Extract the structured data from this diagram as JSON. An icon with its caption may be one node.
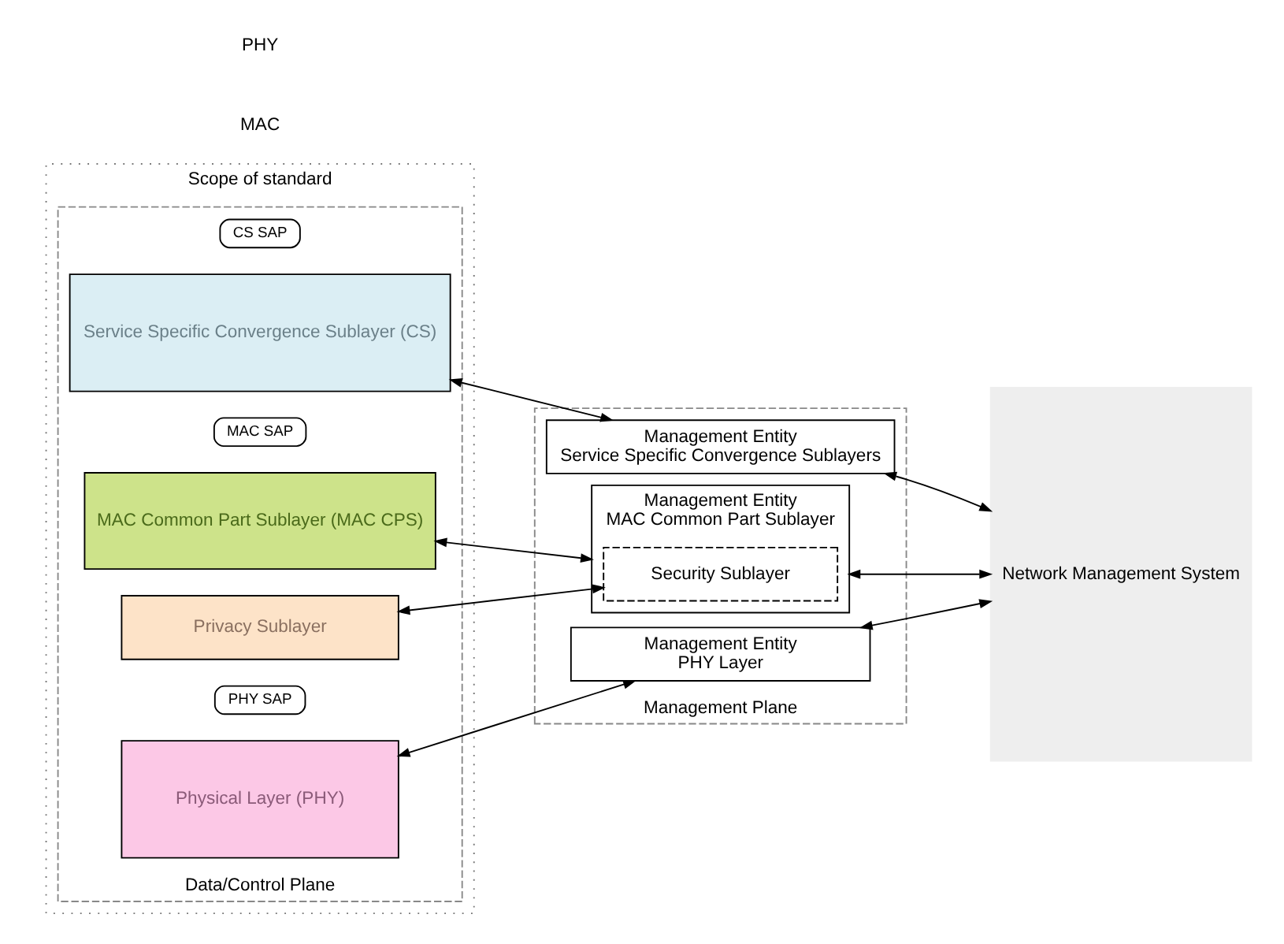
{
  "diagram": {
    "nodes": [
      {
        "text": [
          "Scope of standard"
        ]
      },
      {
        "text": [
          "Data/Control Plane"
        ],
        "in": 0
      },
      {
        "text": [
          "CS SAP"
        ],
        "in": 1
      },
      {
        "text": [
          "Service Specific Convergence Sublayer (CS)"
        ],
        "in": 1
      },
      {
        "text": [
          "MAC SAP"
        ],
        "in": 1
      },
      {
        "text": [
          "MAC Common Part Sublayer (MAC CPS)"
        ],
        "in": 1
      },
      {
        "text": [
          "Privacy Sublayer"
        ],
        "in": 1
      },
      {
        "text": [
          "PHY SAP"
        ],
        "in": 1
      },
      {
        "text": [
          "Physical Layer (PHY)"
        ],
        "in": 1
      },
      {
        "text": [
          "Management Plane"
        ]
      },
      {
        "text": [
          "Management Entity",
          "Service Specific Convergence Sublayers"
        ],
        "in": 9
      },
      {
        "text": [
          "Management Entity",
          "MAC Common Part Sublayer"
        ],
        "in": 9
      },
      {
        "text": [
          "Security Sublayer"
        ],
        "in": 11
      },
      {
        "text": [
          "Management Entity",
          "PHY Layer"
        ],
        "in": 9
      },
      {
        "text": [
          "Network Management System"
        ]
      }
    ],
    "edges": [
      {
        "from": 3,
        "to": 10,
        "arrow": "both"
      },
      {
        "from": 5,
        "to": 11,
        "arrow": "both"
      },
      {
        "from": 6,
        "to": 12,
        "arrow": "both"
      },
      {
        "from": 8,
        "to": 13,
        "arrow": "both"
      },
      {
        "from": 10,
        "to": 14,
        "arrow": "both"
      },
      {
        "from": 11,
        "to": 14,
        "arrow": "both"
      },
      {
        "from": 13,
        "to": 14,
        "arrow": "both"
      }
    ],
    "labels": [
      "MAC",
      "PHY"
    ]
  }
}
